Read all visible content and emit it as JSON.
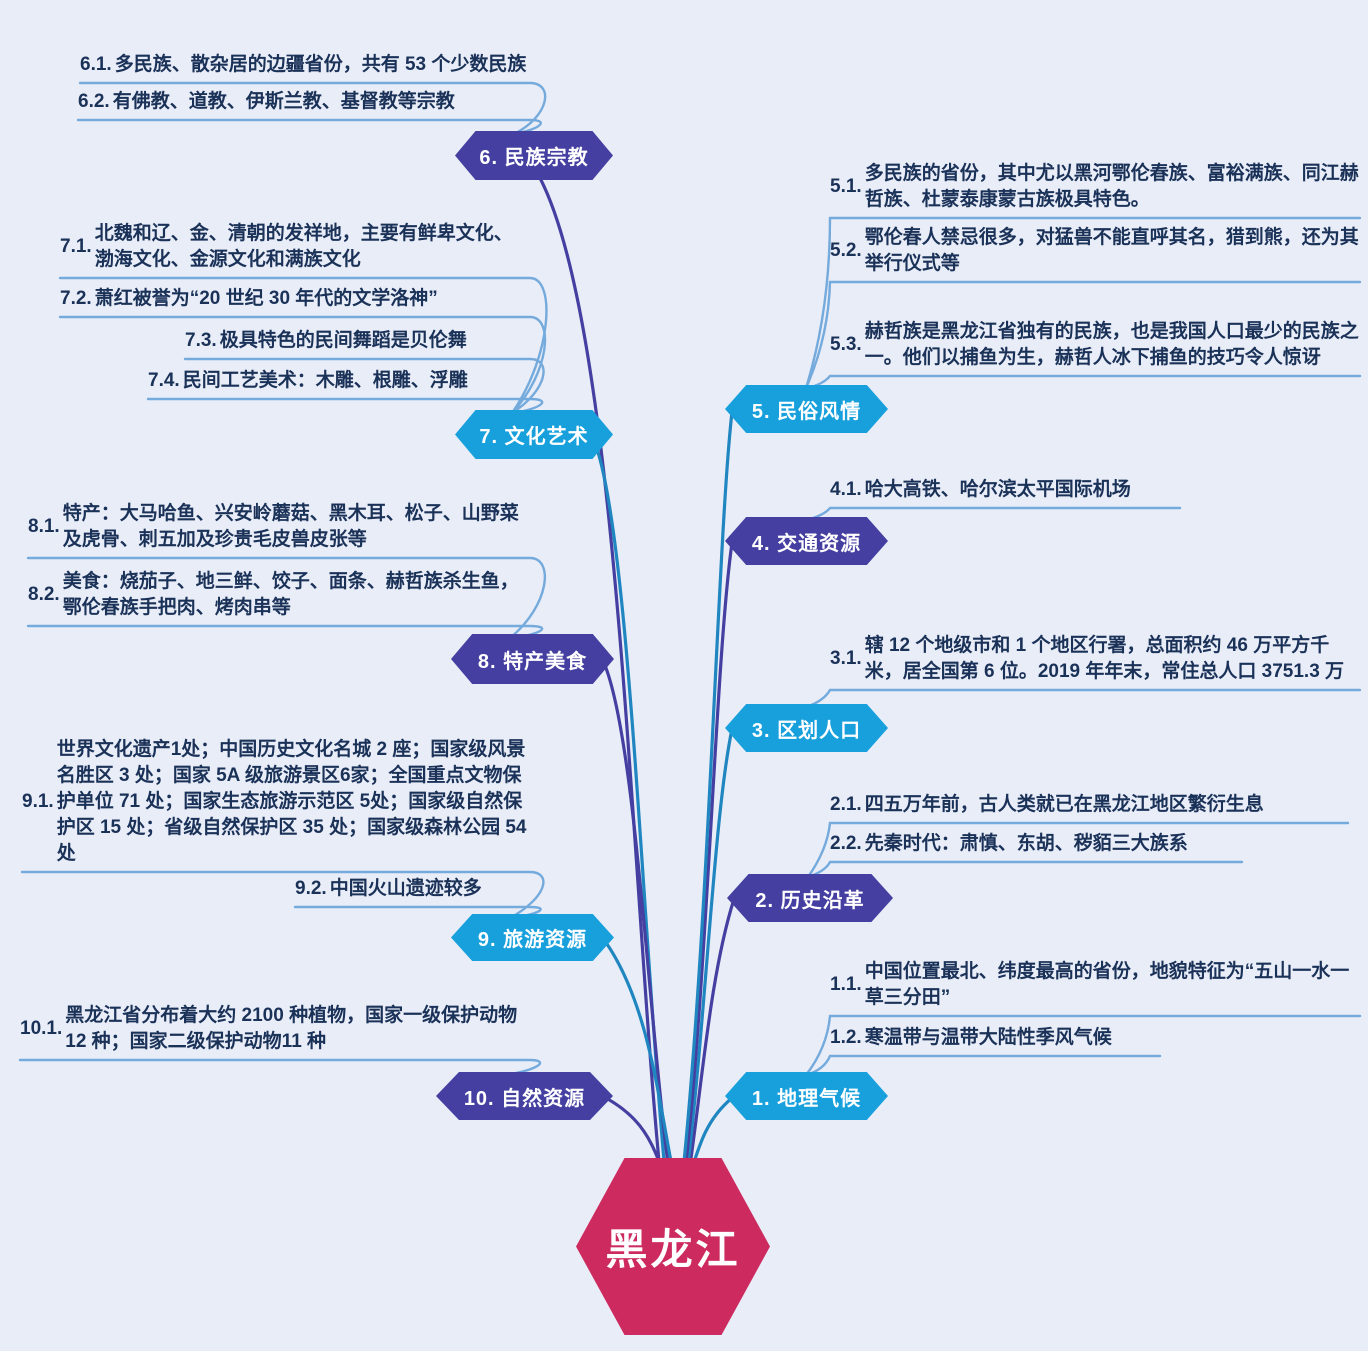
{
  "title": "黑龙江思维导图",
  "colors": {
    "background": "#e9edf8",
    "purple_node": "#443fa0",
    "blue_node": "#18a0dc",
    "center_node": "#cd2a5f",
    "sub_line": "#74aadc",
    "text": "#1a3158"
  },
  "center": {
    "label": "黑龙江"
  },
  "branches": [
    {
      "label": "1. 地理气候",
      "color": "blue",
      "items": [
        {
          "num": "1.1.",
          "text": "中国位置最北、纬度最高的省份，地貌特征为“五山一水一草三分田”"
        },
        {
          "num": "1.2.",
          "text": "寒温带与温带大陆性季风气候"
        }
      ]
    },
    {
      "label": "2. 历史沿革",
      "color": "purple",
      "items": [
        {
          "num": "2.1.",
          "text": "四五万年前，古人类就已在黑龙江地区繁衍生息"
        },
        {
          "num": "2.2.",
          "text": "先秦时代：肃慎、东胡、秽貊三大族系"
        }
      ]
    },
    {
      "label": "3. 区划人口",
      "color": "blue",
      "items": [
        {
          "num": "3.1.",
          "text": "辖 12 个地级市和 1 个地区行署，总面积约 46 万平方千米，居全国第 6 位。2019 年年末，常住总人口 3751.3 万"
        }
      ]
    },
    {
      "label": "4. 交通资源",
      "color": "purple",
      "items": [
        {
          "num": "4.1.",
          "text": "哈大高铁、哈尔滨太平国际机场"
        }
      ]
    },
    {
      "label": "5. 民俗风情",
      "color": "blue",
      "items": [
        {
          "num": "5.1.",
          "text": "多民族的省份，其中尤以黑河鄂伦春族、富裕满族、同江赫哲族、杜蒙泰康蒙古族极具特色。"
        },
        {
          "num": "5.2.",
          "text": "鄂伦春人禁忌很多，对猛兽不能直呼其名，猎到熊，还为其举行仪式等"
        },
        {
          "num": "5.3.",
          "text": "赫哲族是黑龙江省独有的民族，也是我国人口最少的民族之一。他们以捕鱼为生，赫哲人冰下捕鱼的技巧令人惊讶"
        }
      ]
    },
    {
      "label": "6. 民族宗教",
      "color": "purple",
      "items": [
        {
          "num": "6.1.",
          "text": "多民族、散杂居的边疆省份，共有 53 个少数民族"
        },
        {
          "num": "6.2.",
          "text": "有佛教、道教、伊斯兰教、基督教等宗教"
        }
      ]
    },
    {
      "label": "7. 文化艺术",
      "color": "blue",
      "items": [
        {
          "num": "7.1.",
          "text": "北魏和辽、金、清朝的发祥地，主要有鲜卑文化、渤海文化、金源文化和满族文化"
        },
        {
          "num": "7.2.",
          "text": "萧红被誉为“20 世纪 30 年代的文学洛神”"
        },
        {
          "num": "7.3.",
          "text": "极具特色的民间舞蹈是贝伦舞"
        },
        {
          "num": "7.4.",
          "text": "民间工艺美术：木雕、根雕、浮雕"
        }
      ]
    },
    {
      "label": "8. 特产美食",
      "color": "purple",
      "items": [
        {
          "num": "8.1.",
          "text": "特产：大马哈鱼、兴安岭蘑菇、黑木耳、松子、山野菜及虎骨、刺五加及珍贵毛皮兽皮张等"
        },
        {
          "num": "8.2.",
          "text": "美食：烧茄子、地三鲜、饺子、面条、赫哲族杀生鱼，鄂伦春族手把肉、烤肉串等"
        }
      ]
    },
    {
      "label": "9. 旅游资源",
      "color": "blue",
      "items": [
        {
          "num": "9.1.",
          "text": "世界文化遗产1处；中国历史文化名城 2 座；国家级风景名胜区 3 处；国家 5A 级旅游景区6家；全国重点文物保护单位 71 处；国家生态旅游示范区 5处；国家级自然保护区 15 处；省级自然保护区 35 处；国家级森林公园 54 处"
        },
        {
          "num": "9.2.",
          "text": "中国火山遗迹较多"
        }
      ]
    },
    {
      "label": "10. 自然资源",
      "color": "purple",
      "items": [
        {
          "num": "10.1.",
          "text": "黑龙江省分布着大约 2100 种植物，国家一级保护动物12 种；国家二级保护动物11 种"
        }
      ]
    }
  ]
}
